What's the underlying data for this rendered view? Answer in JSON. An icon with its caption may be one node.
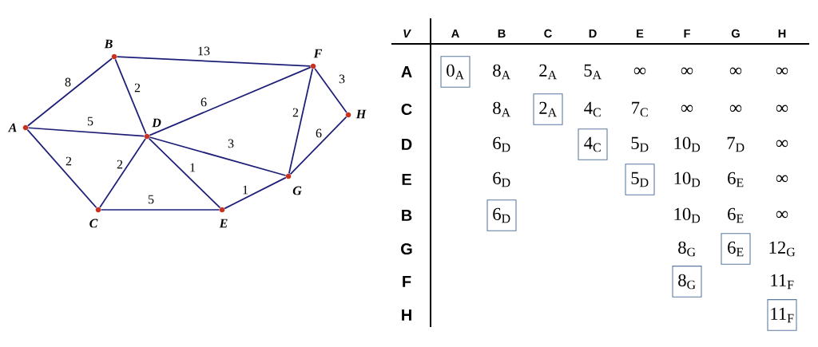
{
  "diagram": {
    "nodes": [
      {
        "text": [
          "A"
        ]
      },
      {
        "text": [
          "B"
        ]
      },
      {
        "text": [
          "C"
        ]
      },
      {
        "text": [
          "D"
        ]
      },
      {
        "text": [
          "E"
        ]
      },
      {
        "text": [
          "F"
        ]
      },
      {
        "text": [
          "G"
        ]
      },
      {
        "text": [
          "H"
        ]
      },
      {
        "text": [
          "0$_{A}$"
        ]
      },
      {
        "text": [
          "2$_{A}$"
        ]
      },
      {
        "text": [
          "4$_{C}$"
        ]
      },
      {
        "text": [
          "5$_{D}$"
        ]
      },
      {
        "text": [
          "6$_{D}$"
        ]
      },
      {
        "text": [
          "6$_{E}$"
        ]
      },
      {
        "text": [
          "8$_{G}$"
        ]
      },
      {
        "text": [
          "11$_{F}$"
        ]
      }
    ],
    "edges": [
      {
        "from": 0,
        "to": 1,
        "arrow": "none",
        "label": "8"
      },
      {
        "from": 1,
        "to": 5,
        "arrow": "none",
        "label": "13"
      },
      {
        "from": 1,
        "to": 3,
        "arrow": "none",
        "label": "2"
      },
      {
        "from": 0,
        "to": 3,
        "arrow": "none",
        "label": "5"
      },
      {
        "from": 3,
        "to": 5,
        "arrow": "none",
        "label": "6"
      },
      {
        "from": 5,
        "to": 7,
        "arrow": "none",
        "label": "3"
      },
      {
        "from": 5,
        "to": 6,
        "arrow": "none",
        "label": "2"
      },
      {
        "from": 7,
        "to": 6,
        "arrow": "none",
        "label": "6"
      },
      {
        "from": 3,
        "to": 6,
        "arrow": "none",
        "label": "3"
      },
      {
        "from": 0,
        "to": 2,
        "arrow": "none",
        "label": "2"
      },
      {
        "from": 2,
        "to": 3,
        "arrow": "none",
        "label": "2"
      },
      {
        "from": 3,
        "to": 4,
        "arrow": "none",
        "label": "1"
      },
      {
        "from": 4,
        "to": 6,
        "arrow": "none",
        "label": "1"
      },
      {
        "from": 2,
        "to": 4,
        "arrow": "none",
        "label": "5"
      }
    ],
    "labels": [
      "V",
      "A",
      "B",
      "C",
      "D",
      "E",
      "F",
      "G",
      "H",
      "A",
      "8$_{A}$",
      "2$_{A}$",
      "5$_{A}$",
      "∞",
      "∞",
      "∞",
      "∞",
      "C",
      "8$_{A}$",
      "4$_{C}$",
      "7$_{C}$",
      "∞",
      "∞",
      "∞",
      "D",
      "6$_{D}$",
      "5$_{D}$",
      "10$_{D}$",
      "7$_{D}$",
      "∞",
      "E",
      "6$_{D}$",
      "10$_{D}$",
      "6$_{E}$",
      "∞",
      "B",
      "10$_{D}$",
      "6$_{E}$",
      "∞",
      "G",
      "8$_{G}$",
      "12$_{G}$",
      "F",
      "11$_{F}$",
      "H"
    ]
  }
}
